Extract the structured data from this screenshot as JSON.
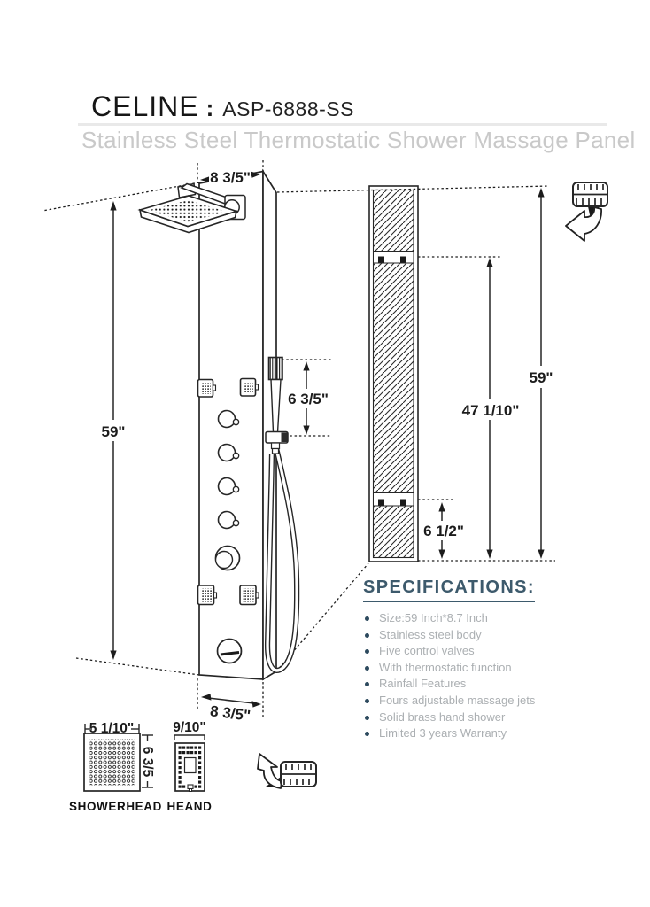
{
  "header": {
    "brand": "CELINE",
    "separator": ":",
    "model": "ASP-6888-SS",
    "subtitle": "Stainless Steel Thermostatic Shower Massage Panel"
  },
  "dimensions": {
    "top_width": "8 3/5\"",
    "panel_height": "59\"",
    "hand_shower_height": "6 3/5\"",
    "rail_height": "59\"",
    "upper_bracket_height": "47 1/10\"",
    "lower_bracket_height": "6 1/2\"",
    "bottom_width": "8 3/5\"",
    "showerhead_width": "5 1/10\"",
    "showerhead_depth": "6 3/5",
    "hand_shower_width": "9/10\""
  },
  "details": {
    "showerhead_label": "SHOWERHEAD",
    "hand_shower_label": "HEAND"
  },
  "specifications": {
    "heading": "SPECIFICATIONS:",
    "items": [
      "Size:59 Inch*8.7 Inch",
      "Stainless steel body",
      "Five control valves",
      "With thermostatic function",
      "Rainfall Features",
      "Fours adjustable massage jets",
      "Solid brass hand shower",
      "Limited 3 years Warranty"
    ]
  },
  "icons": {
    "tape_top": "tape-measure",
    "tape_bottom": "tape-measure"
  },
  "colors": {
    "accent": "#3D5A6C",
    "spec_text": "#ABAFB2",
    "bullet": "#2D4A5E",
    "line": "#262626",
    "subtitle_text": "#C9C9C9"
  }
}
